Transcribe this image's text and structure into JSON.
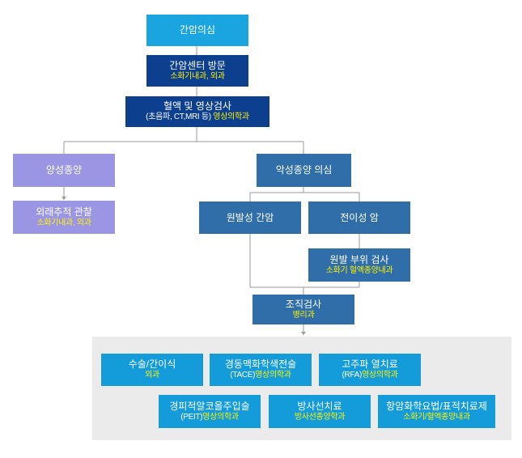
{
  "nodes": {
    "suspect": {
      "title": "간암의심"
    },
    "visit": {
      "title": "간암센터 방문",
      "sub": "소화기내과, 외과"
    },
    "exam": {
      "title": "혈액 및 영상검사",
      "sub_white": "(초음파, CT,MRI 등)",
      "sub_yellow": "영상의학과"
    },
    "benign": {
      "title": "양성종양"
    },
    "followup": {
      "title": "외래추적 관찰",
      "sub": "소화기내과, 외과"
    },
    "malignant": {
      "title": "악성종양 의심"
    },
    "primary": {
      "title": "원발성 간암"
    },
    "metastatic": {
      "title": "전이성 암"
    },
    "origin": {
      "title": "원발 부위 검사",
      "sub": "소화기 혈액종양내과"
    },
    "biopsy": {
      "title": "조직검사",
      "sub": "병리과"
    }
  },
  "treatments": [
    {
      "title": "수술/간이식",
      "sub_white": "",
      "sub_yellow": "외과"
    },
    {
      "title": "경동맥화학색전술",
      "sub_white": "(TACE)",
      "sub_yellow": "영상의학과"
    },
    {
      "title": "고주파 열치료",
      "sub_white": "(RFA)",
      "sub_yellow": "영상의학과"
    },
    {
      "title": "경피적알코올주입술",
      "sub_white": "(PEIT)",
      "sub_yellow": "영상의학과"
    },
    {
      "title": "방사선치료",
      "sub_white": "",
      "sub_yellow": "방사선종양학과"
    },
    {
      "title": "항암화학요법/표적치료제",
      "sub_white": "",
      "sub_yellow": "소화기/혈액종양내과"
    }
  ],
  "colors": {
    "cyan": "#1ba5e0",
    "navy": "#0d3f8f",
    "lavender": "#9b96e4",
    "steel": "#2f6ea8",
    "treatment": "#149bd9",
    "highlight": "#fff200",
    "panel": "#ebebeb",
    "connector": "#9a9a9a"
  }
}
